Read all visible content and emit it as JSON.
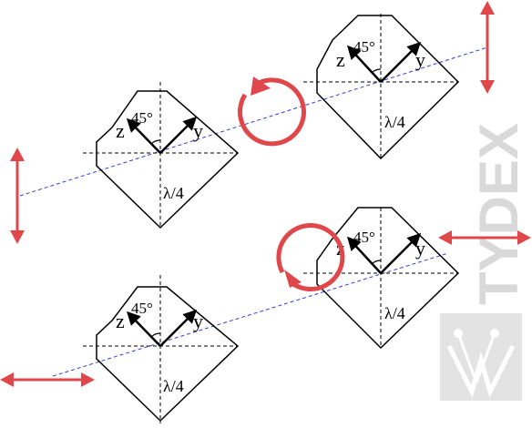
{
  "colors": {
    "line": "#000000",
    "beam": "#2f3fd6",
    "arrow": "#e0474b",
    "watermark": "#d4d4d4"
  },
  "plates": [
    {
      "z": "z",
      "y": "y",
      "angle": "45°",
      "wave": "λ/4"
    },
    {
      "z": "z",
      "y": "y",
      "angle": "45°",
      "wave": "λ/4"
    },
    {
      "z": "z",
      "y": "y",
      "angle": "45°",
      "wave": "λ/4"
    },
    {
      "z": "z",
      "y": "y",
      "angle": "45°",
      "wave": "λ/4"
    }
  ],
  "watermark": {
    "text": "TYDEX"
  }
}
